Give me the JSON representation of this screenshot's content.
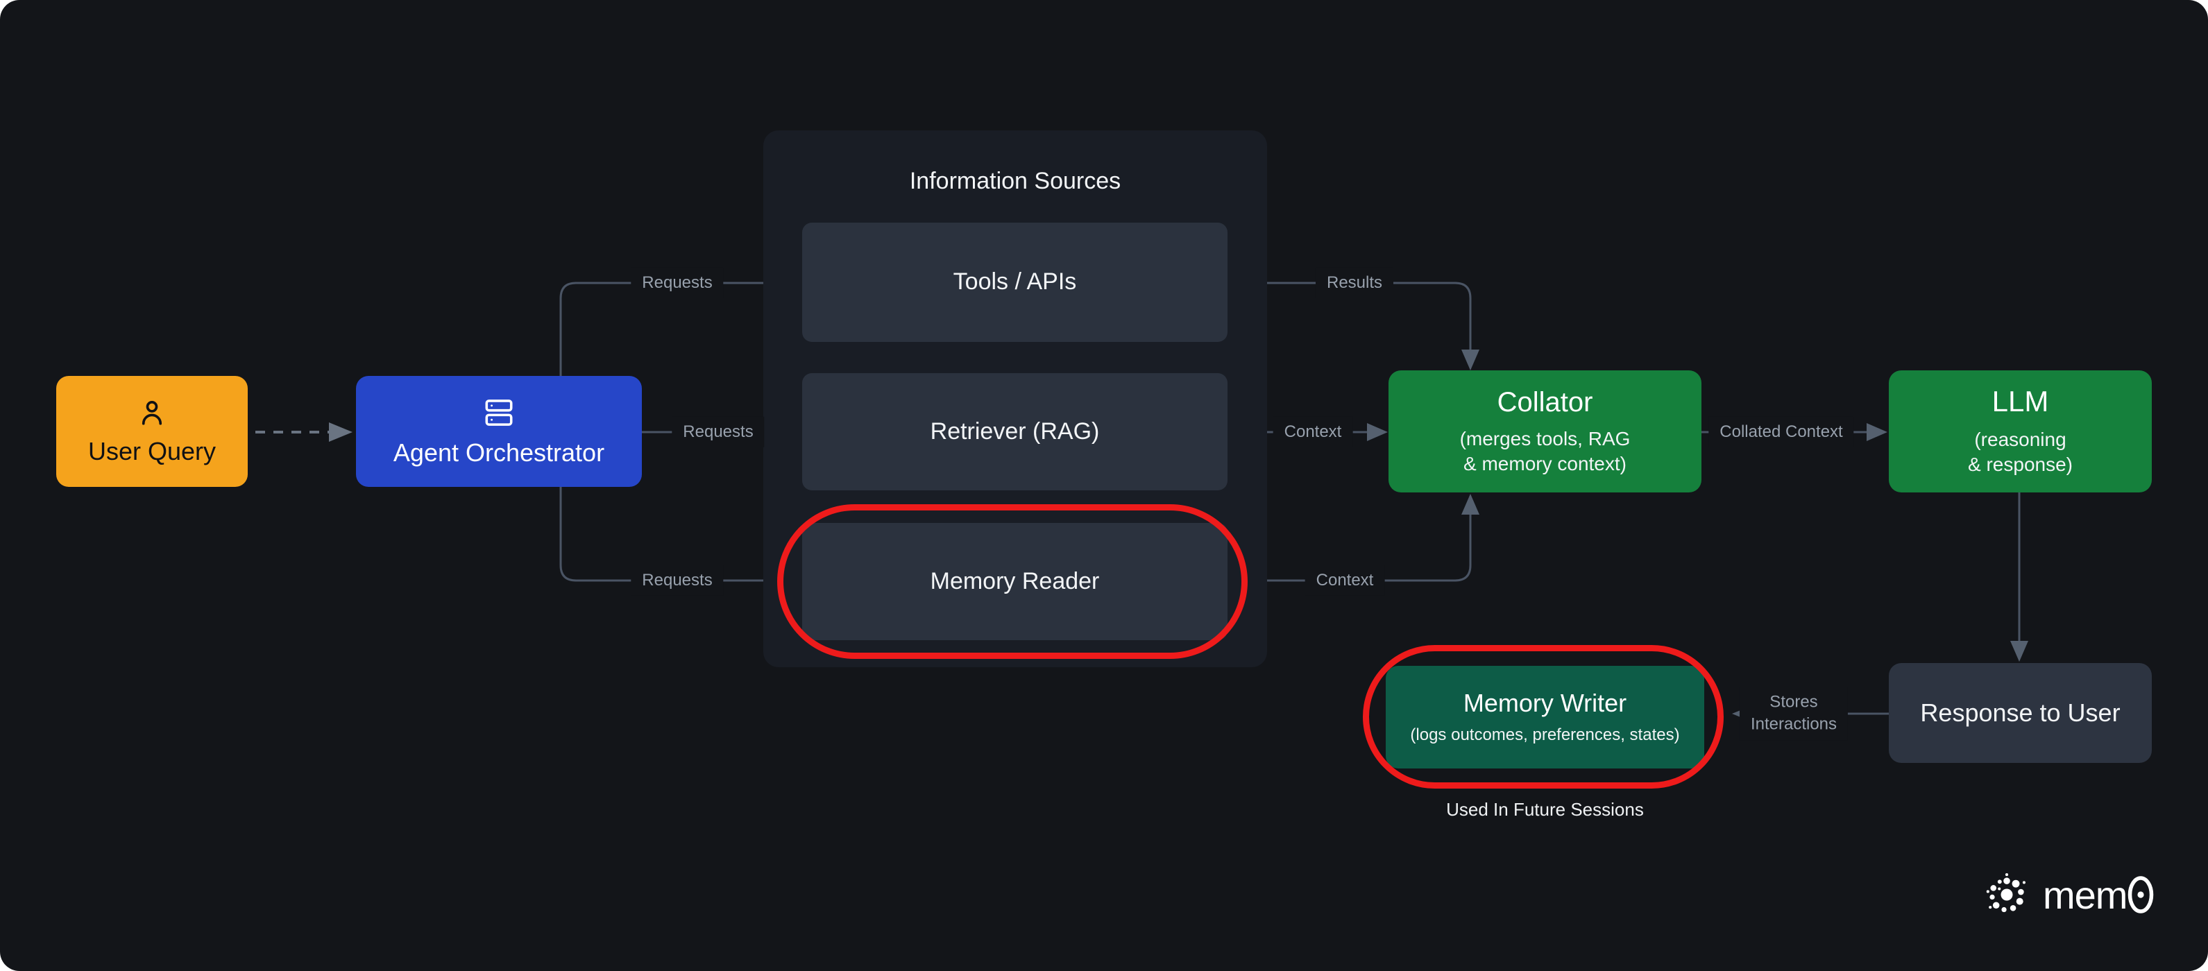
{
  "nodes": {
    "user_query": {
      "label": "User Query"
    },
    "agent_orchestrator": {
      "label": "Agent Orchestrator"
    },
    "information_sources": {
      "title": "Information Sources",
      "items": [
        "Tools / APIs",
        "Retriever (RAG)",
        "Memory Reader"
      ]
    },
    "collator": {
      "title": "Collator",
      "subtitle": "(merges tools, RAG\n& memory context)"
    },
    "llm": {
      "title": "LLM",
      "subtitle": "(reasoning\n& response)"
    },
    "response_to_user": {
      "label": "Response to User"
    },
    "memory_writer": {
      "title": "Memory Writer",
      "subtitle": "(logs outcomes, preferences, states)",
      "caption": "Used In Future Sessions"
    }
  },
  "edges": {
    "requests": "Requests",
    "results": "Results",
    "context": "Context",
    "collated_context": "Collated Context",
    "stores_interactions": "Stores\nInteractions"
  },
  "branding": {
    "logo_text": "mem"
  },
  "colors": {
    "background": "#131519",
    "panel": "#191d25",
    "node_slate": "#2b323e",
    "accent_orange": "#f5a31c",
    "accent_blue": "#2646c8",
    "accent_green": "#15803c",
    "accent_teal_green": "#0d5c47",
    "annotation_red": "#ee1b1b",
    "line_gray": "#4a5464",
    "label_gray": "#98a1ad"
  }
}
